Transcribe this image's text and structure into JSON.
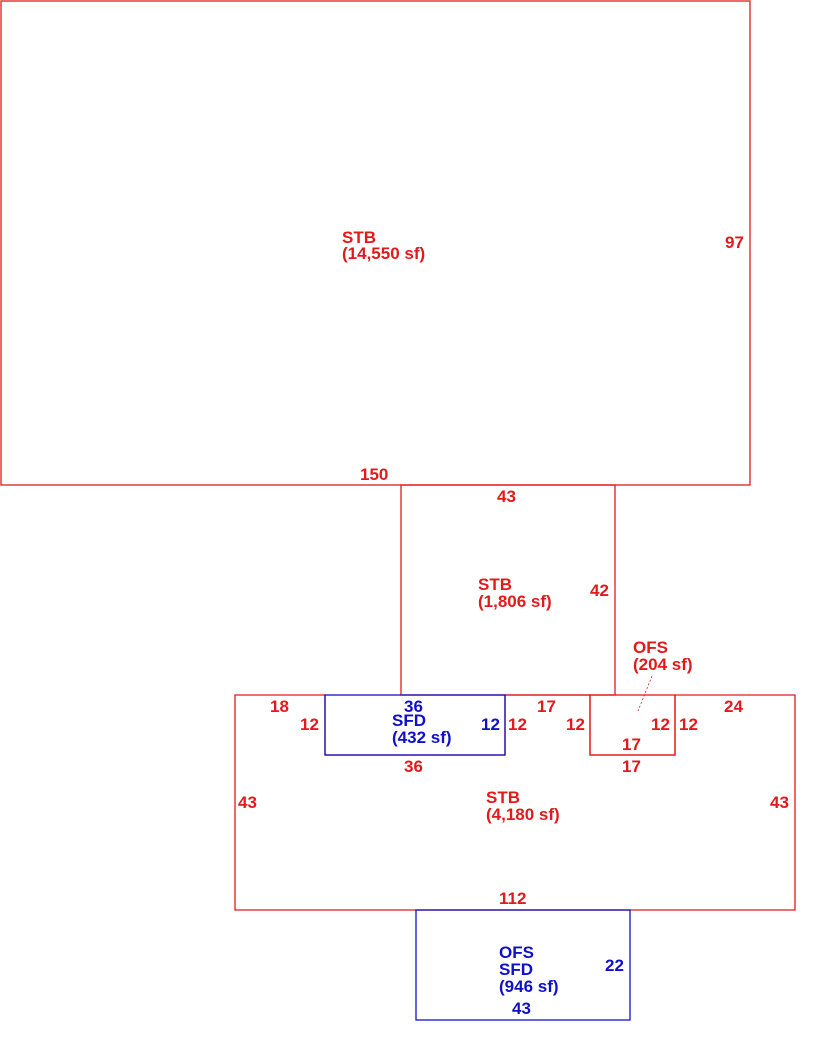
{
  "colors": {
    "stb": "#e31a1c",
    "sfd": "#1010c8",
    "background": "#ffffff"
  },
  "areas": [
    {
      "id": "stb-main",
      "code": "STB",
      "area": "(14,550 sf)",
      "color": "stb"
    },
    {
      "id": "stb-connector",
      "code": "STB",
      "area": "(1,806 sf)",
      "color": "stb"
    },
    {
      "id": "stb-lower",
      "code": "STB",
      "area": "(4,180 sf)",
      "color": "stb"
    },
    {
      "id": "sfd-notch",
      "code": "SFD",
      "area": "(432 sf)",
      "color": "sfd"
    },
    {
      "id": "ofs-notch",
      "code": "OFS",
      "area": "(204 sf)",
      "color": "stb"
    },
    {
      "id": "bottom-annex",
      "code": "OFS",
      "code2": "SFD",
      "area": "(946 sf)",
      "color": "sfd"
    }
  ],
  "dimensions": {
    "main_right": "97",
    "main_bottom": "150",
    "connector_top": "43",
    "connector_right": "42",
    "lower_top_left": "18",
    "lower_left_step": "12",
    "sfd_top": "36",
    "sfd_right": "12",
    "sfd_outer_right": "12",
    "sfd_bottom": "36",
    "mid_top": "17",
    "ofs_left_outer": "12",
    "ofs_right_inner": "12",
    "ofs_right_outer": "12",
    "ofs_bottom_inner": "17",
    "ofs_bottom_outer": "17",
    "lower_top_right": "24",
    "lower_left": "43",
    "lower_right": "43",
    "lower_bottom": "112",
    "annex_right": "22",
    "annex_bottom": "43"
  }
}
